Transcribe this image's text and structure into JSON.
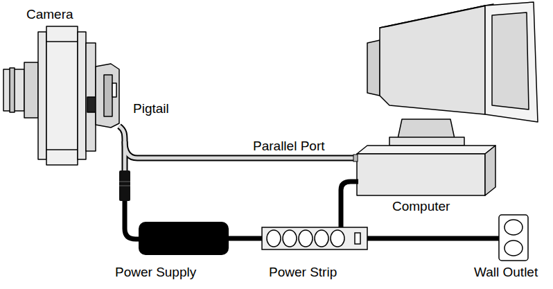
{
  "diagram": {
    "labels": [
      "Camera",
      "Pigtail",
      "Parallel Port",
      "Computer",
      "Power Supply",
      "Power Strip",
      "Wall Outlet"
    ]
  }
}
